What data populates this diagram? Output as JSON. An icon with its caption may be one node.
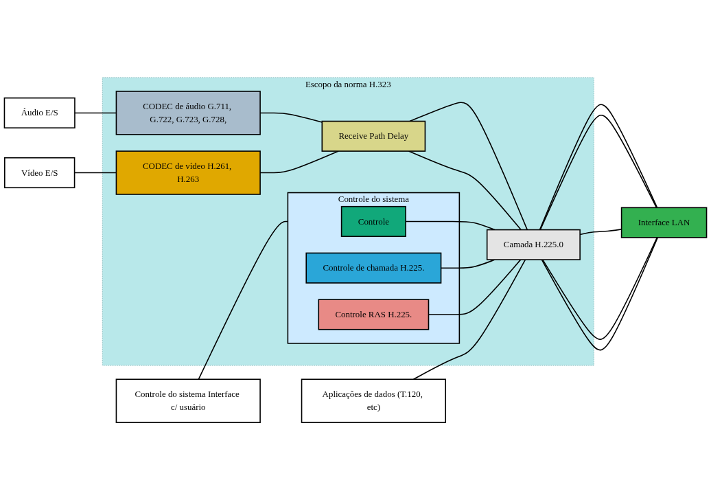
{
  "diagram": {
    "nodes": [
      {
        "text": [
          "Escopo da norma H.323"
        ]
      },
      {
        "text": [
          "Áudio E/S"
        ]
      },
      {
        "text": [
          "CODEC de áudio G.711, G.722, G.723, G.728,"
        ],
        "in": 0
      },
      {
        "text": [
          "Receive Path Delay"
        ],
        "in": 0
      },
      {
        "text": [
          "Camada H.225.0"
        ],
        "in": 0
      },
      {
        "text": [
          "Interface LAN"
        ]
      },
      {
        "text": [
          "Vídeo E/S"
        ]
      },
      {
        "text": [
          "CODEC de vídeo H.261, H.263"
        ],
        "in": 0
      },
      {
        "text": [
          "Aplicações de dados (T.120, etc)"
        ]
      },
      {
        "text": [
          "Controle do sistema"
        ],
        "in": 0
      },
      {
        "text": [
          "Controle"
        ],
        "in": 9
      },
      {
        "text": [
          "Controle do sistema Interface c/ usuário"
        ]
      },
      {
        "text": [
          "Controle de chamada H.225."
        ],
        "in": 9
      },
      {
        "text": [
          "Controle RAS H.225."
        ],
        "in": 9
      }
    ],
    "edges": [
      {
        "from": 1,
        "to": 2,
        "arrow": "none"
      },
      {
        "from": 2,
        "to": 3,
        "arrow": "none"
      },
      {
        "from": 3,
        "to": 4,
        "arrow": "none"
      },
      {
        "from": 4,
        "to": 5,
        "arrow": "none"
      },
      {
        "from": 6,
        "to": 7,
        "arrow": "none"
      },
      {
        "from": 7,
        "to": 3,
        "arrow": "none"
      },
      {
        "from": 3,
        "to": 4,
        "arrow": "none"
      },
      {
        "from": 4,
        "to": 5,
        "arrow": "none"
      },
      {
        "from": 8,
        "to": 4,
        "arrow": "none"
      },
      {
        "from": 4,
        "to": 5,
        "arrow": "none"
      },
      {
        "from": 10,
        "to": 4,
        "arrow": "none"
      },
      {
        "from": 4,
        "to": 5,
        "arrow": "none"
      },
      {
        "from": 11,
        "to": 9,
        "arrow": "none"
      },
      {
        "from": 12,
        "to": 4,
        "arrow": "none"
      },
      {
        "from": 4,
        "to": 5,
        "arrow": "none"
      },
      {
        "from": 13,
        "to": 4,
        "arrow": "none"
      }
    ]
  }
}
